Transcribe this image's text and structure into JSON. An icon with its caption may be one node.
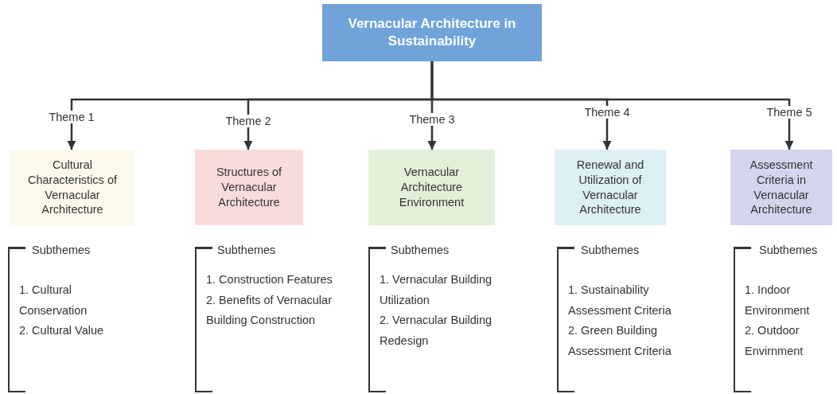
{
  "diagram": {
    "nodes": [
      {
        "text": [
          "Vernacular Architecture in Sustainability"
        ]
      },
      {
        "text": [
          "Cultural Characteristics of Vernacular Architecture"
        ]
      },
      {
        "text": [
          "Structures of Vernacular Architecture"
        ]
      },
      {
        "text": [
          "Vernacular Architecture Environment"
        ]
      },
      {
        "text": [
          "Renewal and Utilization of Vernacular Architecture"
        ]
      },
      {
        "text": [
          "Assessment Criteria in Vernacular Architecture"
        ]
      },
      {
        "text": [
          "Subthemes",
          "1. Cultural Conservation",
          "2. Cultural Value"
        ]
      },
      {
        "text": [
          "Subthemes",
          "1. Construction Features",
          "2. Benefits of Vernacular Building Construction"
        ]
      },
      {
        "text": [
          "Subthemes",
          "1. Vernacular Building Utilization",
          "2. Vernacular Building Redesign"
        ]
      },
      {
        "text": [
          "Subthemes",
          "1. Sustainability Assessment Criteria",
          "2. Green Building Assessment Criteria"
        ]
      },
      {
        "text": [
          "Subthemes",
          "1. Indoor Environment",
          "2. Outdoor Envirnment"
        ]
      }
    ],
    "edges": [
      {
        "from": 0,
        "to": 1,
        "arrow": "to",
        "label": "Theme 1"
      },
      {
        "from": 0,
        "to": 2,
        "arrow": "to",
        "label": "Theme 2"
      },
      {
        "from": 0,
        "to": 3,
        "arrow": "to",
        "label": "Theme 3"
      },
      {
        "from": 0,
        "to": 4,
        "arrow": "to",
        "label": "Theme 4"
      },
      {
        "from": 0,
        "to": 5,
        "arrow": "to",
        "label": "Theme 5"
      }
    ]
  }
}
